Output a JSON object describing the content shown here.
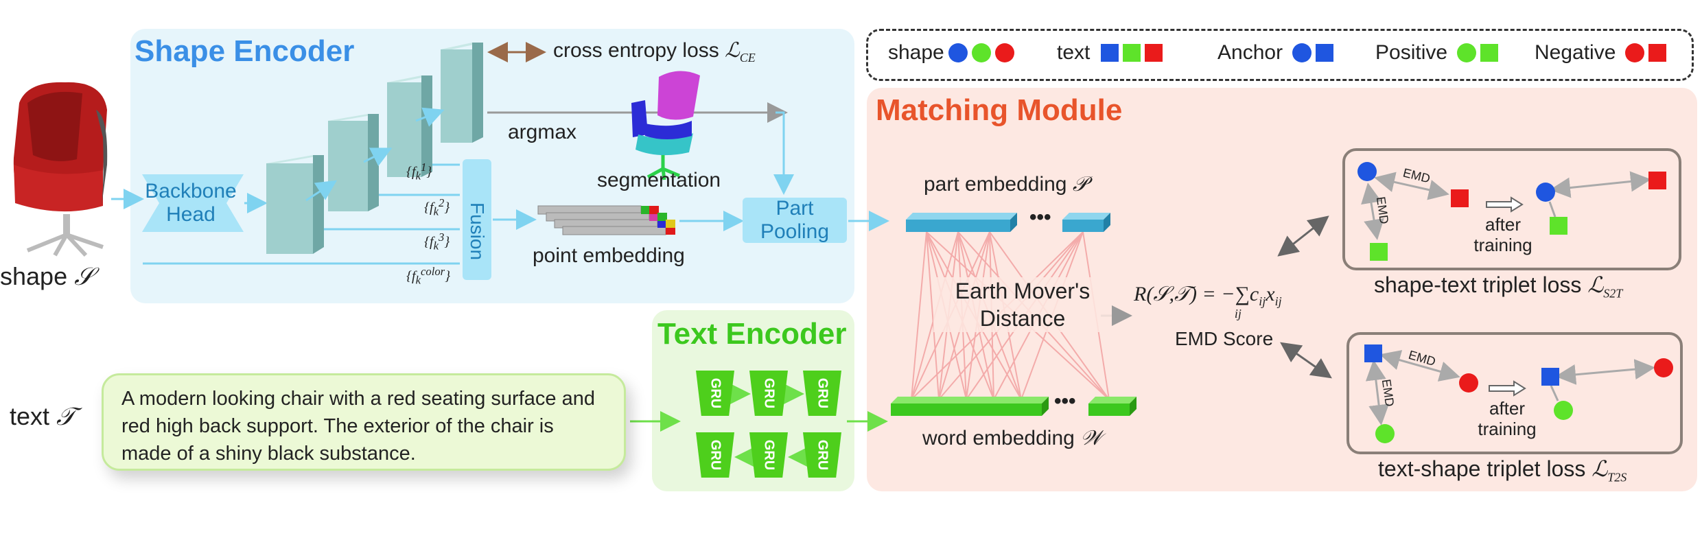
{
  "shape_encoder": {
    "title": "Shape Encoder",
    "backbone_label": "Backbone Head",
    "fusion_label": "Fusion",
    "ce_loss": "cross entropy loss",
    "ce_symbol": "ℒ",
    "ce_sub": "CE",
    "argmax": "argmax",
    "segmentation": "segmentation",
    "point_embedding": "point embedding",
    "part_pooling": "Part Pooling",
    "features": [
      "{f_k^1}",
      "{f_k^2}",
      "{f_k^3}",
      "{f_k^color}"
    ]
  },
  "input": {
    "shape_label": "shape",
    "shape_symbol": "𝒮",
    "text_label": "text",
    "text_symbol": "𝒯",
    "description": "A modern looking chair with a red seating surface and red high back support. The exterior of the chair is made of a shiny black substance."
  },
  "text_encoder": {
    "title": "Text Encoder",
    "gru_label": "GRU"
  },
  "matching": {
    "title": "Matching Module",
    "part_embedding": "part embedding",
    "part_symbol": "𝒫",
    "word_embedding": "word embedding",
    "word_symbol": "𝒲",
    "emd_label_1": "Earth Mover's",
    "emd_label_2": "Distance",
    "formula": "R(𝒮,𝒯) = −∑ c_ij x_ij",
    "emd_score": "EMD Score",
    "ellipsis": "•••"
  },
  "legend": {
    "shape": "shape",
    "text": "text",
    "anchor": "Anchor",
    "positive": "Positive",
    "negative": "Negative"
  },
  "triplet": {
    "emd": "EMD",
    "after": "after",
    "training": "training",
    "s2t_label": "shape-text triplet loss",
    "s2t_sub": "S2T",
    "t2s_label": "text-shape triplet loss",
    "t2s_sub": "T2S",
    "loss_symbol": "ℒ"
  },
  "colors": {
    "blue": "#1f56e0",
    "green": "#5ee32a",
    "red": "#ea1b1b",
    "shape_panel": "#e6f5fb",
    "text_panel": "#e9f8de",
    "matching_panel": "#fde8e2",
    "shape_title": "#3a8fe6",
    "text_title": "#3cc81e",
    "matching_title": "#e8542b"
  }
}
